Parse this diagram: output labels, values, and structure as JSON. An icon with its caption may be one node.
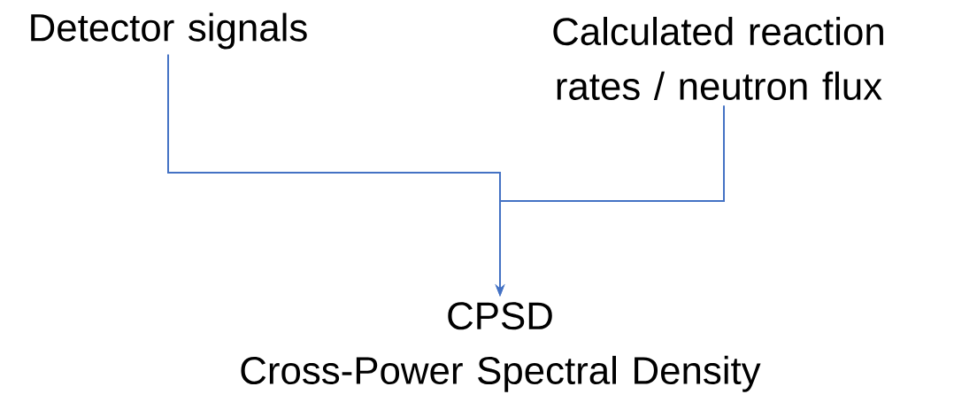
{
  "diagram": {
    "nodes": [
      {
        "text": [
          "Detector signals"
        ]
      },
      {
        "text": [
          "Calculated reaction rates / neutron flux"
        ]
      },
      {
        "text": [
          "CPSD",
          "Cross-Power Spectral Density"
        ]
      }
    ],
    "edges": [
      {
        "from": 0,
        "to": 2,
        "arrow": "to"
      },
      {
        "from": 1,
        "to": 2,
        "arrow": "to"
      }
    ]
  }
}
